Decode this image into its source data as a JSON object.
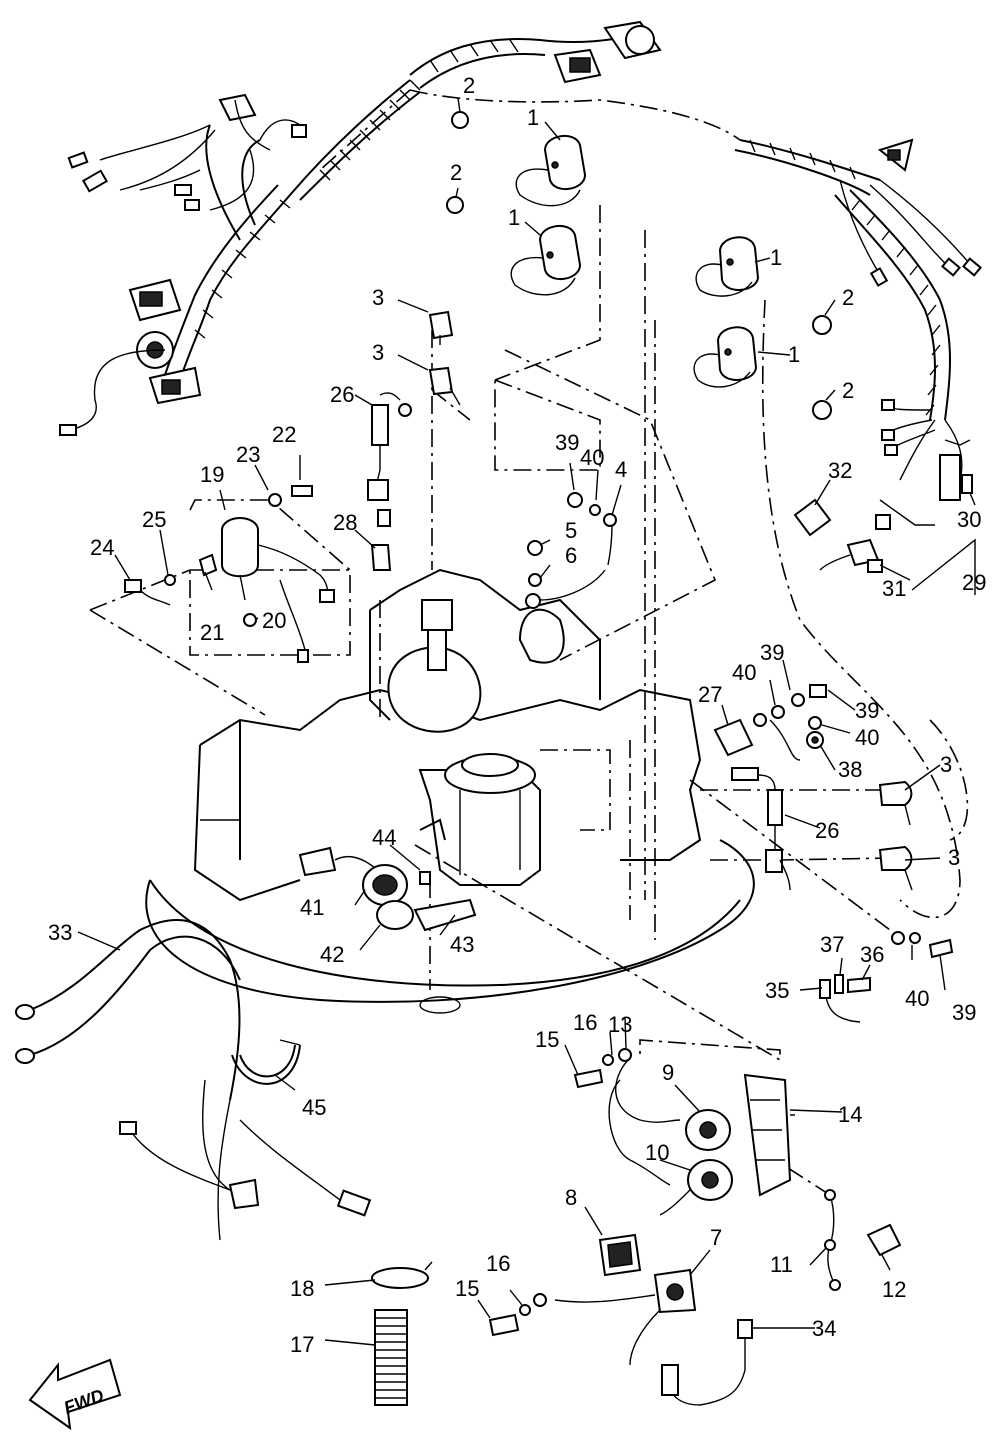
{
  "callouts": [
    {
      "id": "c1a",
      "text": "1"
    },
    {
      "id": "c1b",
      "text": "1"
    },
    {
      "id": "c1c",
      "text": "1"
    },
    {
      "id": "c1d",
      "text": "1"
    },
    {
      "id": "c2a",
      "text": "2"
    },
    {
      "id": "c2b",
      "text": "2"
    },
    {
      "id": "c2c",
      "text": "2"
    },
    {
      "id": "c2d",
      "text": "2"
    },
    {
      "id": "c3a",
      "text": "3"
    },
    {
      "id": "c3b",
      "text": "3"
    },
    {
      "id": "c3c",
      "text": "3"
    },
    {
      "id": "c3d",
      "text": "3"
    },
    {
      "id": "c4",
      "text": "4"
    },
    {
      "id": "c5",
      "text": "5"
    },
    {
      "id": "c6",
      "text": "6"
    },
    {
      "id": "c7",
      "text": "7"
    },
    {
      "id": "c8",
      "text": "8"
    },
    {
      "id": "c9",
      "text": "9"
    },
    {
      "id": "c10",
      "text": "10"
    },
    {
      "id": "c11",
      "text": "11"
    },
    {
      "id": "c12",
      "text": "12"
    },
    {
      "id": "c13",
      "text": "13"
    },
    {
      "id": "c14",
      "text": "14"
    },
    {
      "id": "c15a",
      "text": "15"
    },
    {
      "id": "c15b",
      "text": "15"
    },
    {
      "id": "c16a",
      "text": "16"
    },
    {
      "id": "c16b",
      "text": "16"
    },
    {
      "id": "c17",
      "text": "17"
    },
    {
      "id": "c18",
      "text": "18"
    },
    {
      "id": "c19",
      "text": "19"
    },
    {
      "id": "c20",
      "text": "20"
    },
    {
      "id": "c21",
      "text": "21"
    },
    {
      "id": "c22",
      "text": "22"
    },
    {
      "id": "c23",
      "text": "23"
    },
    {
      "id": "c24",
      "text": "24"
    },
    {
      "id": "c25",
      "text": "25"
    },
    {
      "id": "c26a",
      "text": "26"
    },
    {
      "id": "c26b",
      "text": "26"
    },
    {
      "id": "c27",
      "text": "27"
    },
    {
      "id": "c28",
      "text": "28"
    },
    {
      "id": "c29",
      "text": "29"
    },
    {
      "id": "c30",
      "text": "30"
    },
    {
      "id": "c31",
      "text": "31"
    },
    {
      "id": "c32",
      "text": "32"
    },
    {
      "id": "c33",
      "text": "33"
    },
    {
      "id": "c34",
      "text": "34"
    },
    {
      "id": "c35",
      "text": "35"
    },
    {
      "id": "c36",
      "text": "36"
    },
    {
      "id": "c37",
      "text": "37"
    },
    {
      "id": "c38",
      "text": "38"
    },
    {
      "id": "c39a",
      "text": "39"
    },
    {
      "id": "c39b",
      "text": "39"
    },
    {
      "id": "c39c",
      "text": "39"
    },
    {
      "id": "c39d",
      "text": "39"
    },
    {
      "id": "c40a",
      "text": "40"
    },
    {
      "id": "c40b",
      "text": "40"
    },
    {
      "id": "c40c",
      "text": "40"
    },
    {
      "id": "c40d",
      "text": "40"
    },
    {
      "id": "c41",
      "text": "41"
    },
    {
      "id": "c42",
      "text": "42"
    },
    {
      "id": "c43",
      "text": "43"
    },
    {
      "id": "c44",
      "text": "44"
    },
    {
      "id": "c45",
      "text": "45"
    }
  ],
  "fwd_badge": {
    "text": "FWD"
  }
}
